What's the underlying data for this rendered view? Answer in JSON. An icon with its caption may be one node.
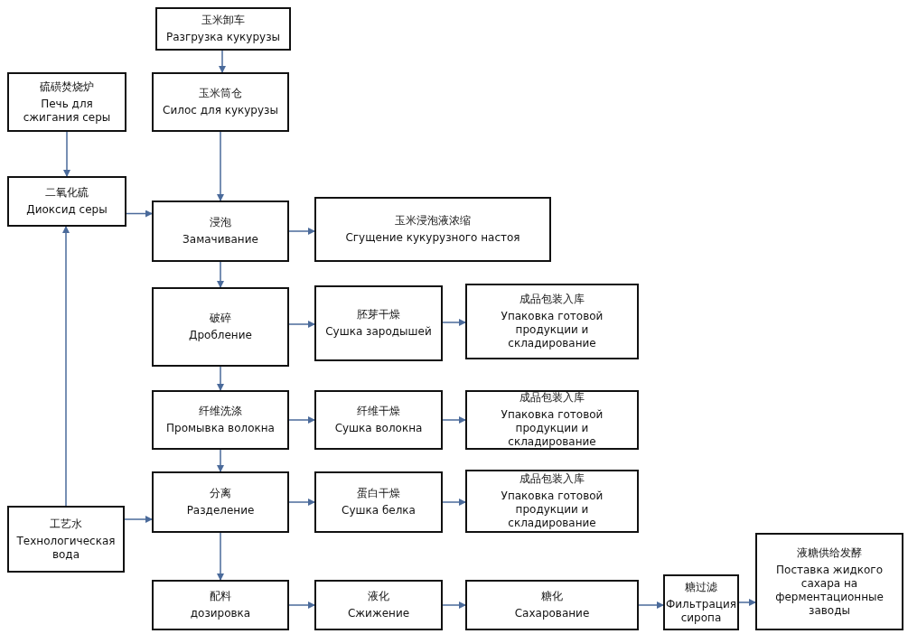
{
  "diagram": {
    "nodes": [
      {
        "text": [
          "玉米卸车",
          "Разгрузка кукурузы"
        ]
      },
      {
        "text": [
          "硫磺焚烧炉",
          "Печь для сжигания серы"
        ]
      },
      {
        "text": [
          "玉米筒仓",
          "Силос для кукурузы"
        ]
      },
      {
        "text": [
          "二氧化硫",
          "Диоксид серы"
        ]
      },
      {
        "text": [
          "浸泡",
          "Замачивание"
        ]
      },
      {
        "text": [
          "玉米浸泡液浓缩",
          "Сгущение кукурузного настоя"
        ]
      },
      {
        "text": [
          "破碎",
          "Дробление"
        ]
      },
      {
        "text": [
          "胚芽干燥",
          "Сушка зародышей"
        ]
      },
      {
        "text": [
          "成品包装入库",
          "Упаковка готовой продукции и складирование"
        ]
      },
      {
        "text": [
          "纤维洗涤",
          "Промывка волокна"
        ]
      },
      {
        "text": [
          "纤维干燥",
          "Сушка волокна"
        ]
      },
      {
        "text": [
          "成品包装入库",
          "Упаковка готовой продукции и складирование"
        ]
      },
      {
        "text": [
          "分离",
          "Разделение"
        ]
      },
      {
        "text": [
          "蛋白干燥",
          "Сушка белка"
        ]
      },
      {
        "text": [
          "成品包装入库",
          "Упаковка готовой продукции и складирование"
        ]
      },
      {
        "text": [
          "工艺水",
          "Технологическая вода"
        ]
      },
      {
        "text": [
          "配料",
          "дозировка"
        ]
      },
      {
        "text": [
          "液化",
          "Сжижение"
        ]
      },
      {
        "text": [
          "糖化",
          "Сахарование"
        ]
      },
      {
        "text": [
          "糖过滤",
          "Фильтрация сиропа"
        ]
      },
      {
        "text": [
          "液糖供给发酵",
          "Поставка жидкого сахара на ферментационные заводы"
        ]
      }
    ],
    "edges": [
      {
        "from": 0,
        "to": 2,
        "arrow": "to"
      },
      {
        "from": 2,
        "to": 4,
        "arrow": "to"
      },
      {
        "from": 1,
        "to": 3,
        "arrow": "to"
      },
      {
        "from": 3,
        "to": 4,
        "arrow": "to"
      },
      {
        "from": 4,
        "to": 5,
        "arrow": "to"
      },
      {
        "from": 4,
        "to": 6,
        "arrow": "to"
      },
      {
        "from": 6,
        "to": 7,
        "arrow": "to"
      },
      {
        "from": 7,
        "to": 8,
        "arrow": "to"
      },
      {
        "from": 6,
        "to": 9,
        "arrow": "to"
      },
      {
        "from": 9,
        "to": 10,
        "arrow": "to"
      },
      {
        "from": 10,
        "to": 11,
        "arrow": "to"
      },
      {
        "from": 9,
        "to": 12,
        "arrow": "to"
      },
      {
        "from": 12,
        "to": 13,
        "arrow": "to"
      },
      {
        "from": 13,
        "to": 14,
        "arrow": "to"
      },
      {
        "from": 15,
        "to": 12,
        "arrow": "to"
      },
      {
        "from": 15,
        "to": 3,
        "arrow": "to"
      },
      {
        "from": 12,
        "to": 16,
        "arrow": "to"
      },
      {
        "from": 16,
        "to": 17,
        "arrow": "to"
      },
      {
        "from": 17,
        "to": 18,
        "arrow": "to"
      },
      {
        "from": 18,
        "to": 19,
        "arrow": "to"
      },
      {
        "from": 19,
        "to": 20,
        "arrow": "to"
      }
    ]
  }
}
